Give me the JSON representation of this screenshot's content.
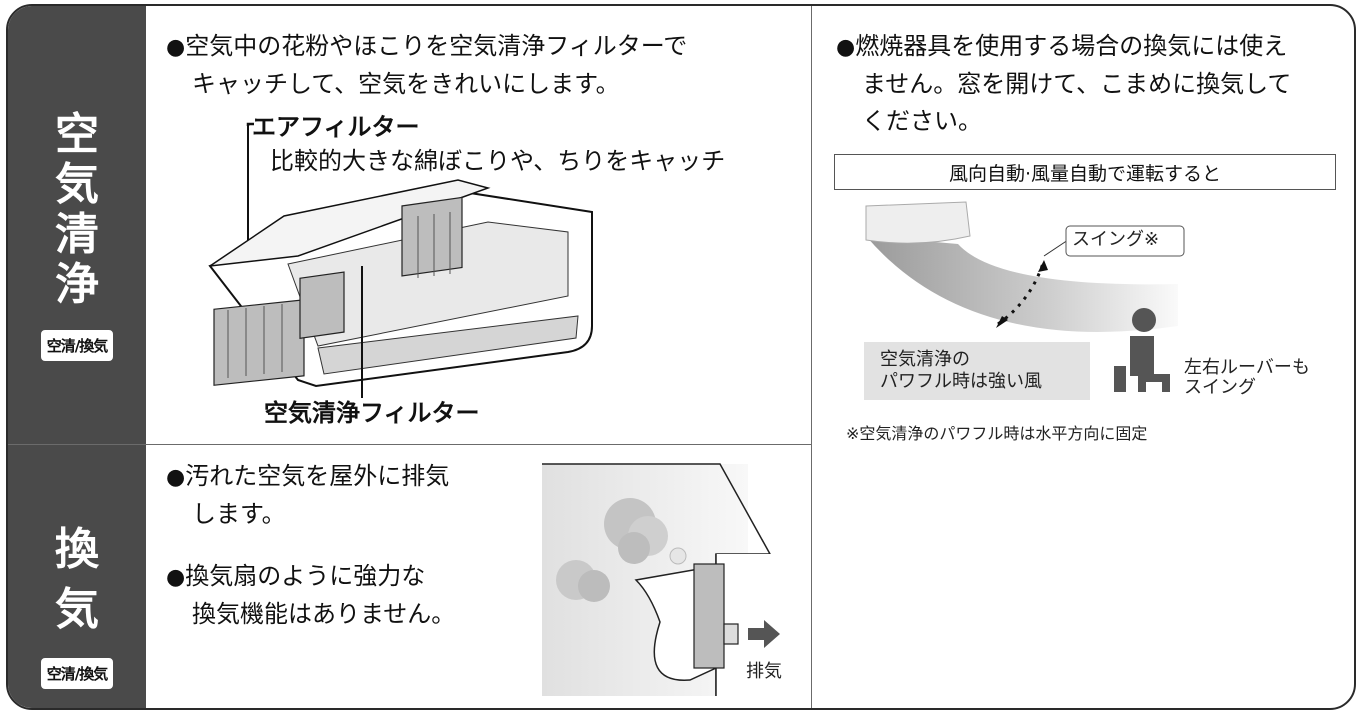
{
  "sections": {
    "air_clean": {
      "title_chars": [
        "空",
        "気",
        "清",
        "浄"
      ],
      "badge": "空清/換気",
      "bullet_1": "空気中の花粉やほこりを空気清浄フィルターで",
      "bullet_1_cont": "キャッチして、空気をきれいにします。",
      "air_filter_label": "エアフィルター",
      "air_filter_desc": "比較的大きな綿ぼこりや、ちりをキャッチ",
      "clean_filter_label": "空気清浄フィルター"
    },
    "ventilation": {
      "title_chars": [
        "換",
        "気"
      ],
      "badge": "空清/換気",
      "bullet_1": "汚れた空気を屋外に排気",
      "bullet_1_cont": "します。",
      "bullet_2": "換気扇のように強力な",
      "bullet_2_cont": "換気機能はありません。",
      "exhaust_label": "排気"
    },
    "right": {
      "bullet_1": "燃焼器具を使用する場合の換気には使え",
      "bullet_1_cont1": "ません。窓を開けて、こまめに換気して",
      "bullet_1_cont2": "ください。",
      "box_title": "風向自動·風量自動で運転すると",
      "swing_label": "スイング※",
      "strong_wind_1": "空気清浄の",
      "strong_wind_2": "パワフル時は強い風",
      "louver_1": "左右ルーバーも",
      "louver_2": "スイング",
      "note": "※空気清浄のパワフル時は水平方向に固定"
    }
  },
  "bullet_glyph": "●",
  "colors": {
    "band": "#4a4a4a",
    "line": "#6b6b6b",
    "gray_box": "#e2e2e2"
  }
}
